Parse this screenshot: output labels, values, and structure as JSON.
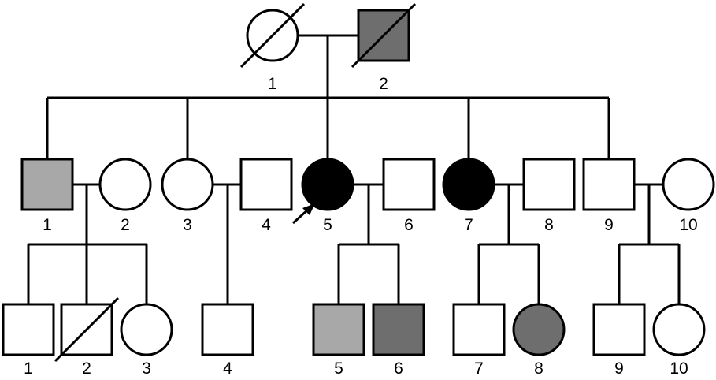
{
  "colors": {
    "unaffected": "#ffffff",
    "affected": "#000000",
    "dark_gray": "#6e6e6e",
    "light_gray": "#a8a8a8"
  },
  "individuals": {
    "g1_1": {
      "label": "1",
      "sex": "female",
      "fill": "unaffected",
      "deceased": true
    },
    "g1_2": {
      "label": "2",
      "sex": "male",
      "fill": "dark_gray",
      "deceased": true
    },
    "g2_1": {
      "label": "1",
      "sex": "male",
      "fill": "light_gray",
      "deceased": false
    },
    "g2_2": {
      "label": "2",
      "sex": "female",
      "fill": "unaffected",
      "deceased": false
    },
    "g2_3": {
      "label": "3",
      "sex": "female",
      "fill": "unaffected",
      "deceased": false
    },
    "g2_4": {
      "label": "4",
      "sex": "male",
      "fill": "unaffected",
      "deceased": false
    },
    "g2_5": {
      "label": "5",
      "sex": "female",
      "fill": "affected",
      "deceased": false,
      "proband": true
    },
    "g2_6": {
      "label": "6",
      "sex": "male",
      "fill": "unaffected",
      "deceased": false
    },
    "g2_7": {
      "label": "7",
      "sex": "female",
      "fill": "affected",
      "deceased": false
    },
    "g2_8": {
      "label": "8",
      "sex": "male",
      "fill": "unaffected",
      "deceased": false
    },
    "g2_9": {
      "label": "9",
      "sex": "male",
      "fill": "unaffected",
      "deceased": false
    },
    "g2_10": {
      "label": "10",
      "sex": "female",
      "fill": "unaffected",
      "deceased": false
    },
    "g3_1": {
      "label": "1",
      "sex": "male",
      "fill": "unaffected",
      "deceased": false
    },
    "g3_2": {
      "label": "2",
      "sex": "male",
      "fill": "unaffected",
      "deceased": true
    },
    "g3_3": {
      "label": "3",
      "sex": "female",
      "fill": "unaffected",
      "deceased": false
    },
    "g3_4": {
      "label": "4",
      "sex": "male",
      "fill": "unaffected",
      "deceased": false
    },
    "g3_5": {
      "label": "5",
      "sex": "male",
      "fill": "light_gray",
      "deceased": false
    },
    "g3_6": {
      "label": "6",
      "sex": "male",
      "fill": "dark_gray",
      "deceased": false
    },
    "g3_7": {
      "label": "7",
      "sex": "male",
      "fill": "unaffected",
      "deceased": false
    },
    "g3_8": {
      "label": "8",
      "sex": "female",
      "fill": "dark_gray",
      "deceased": false
    },
    "g3_9": {
      "label": "9",
      "sex": "male",
      "fill": "unaffected",
      "deceased": false
    },
    "g3_10": {
      "label": "10",
      "sex": "female",
      "fill": "unaffected",
      "deceased": false
    }
  }
}
